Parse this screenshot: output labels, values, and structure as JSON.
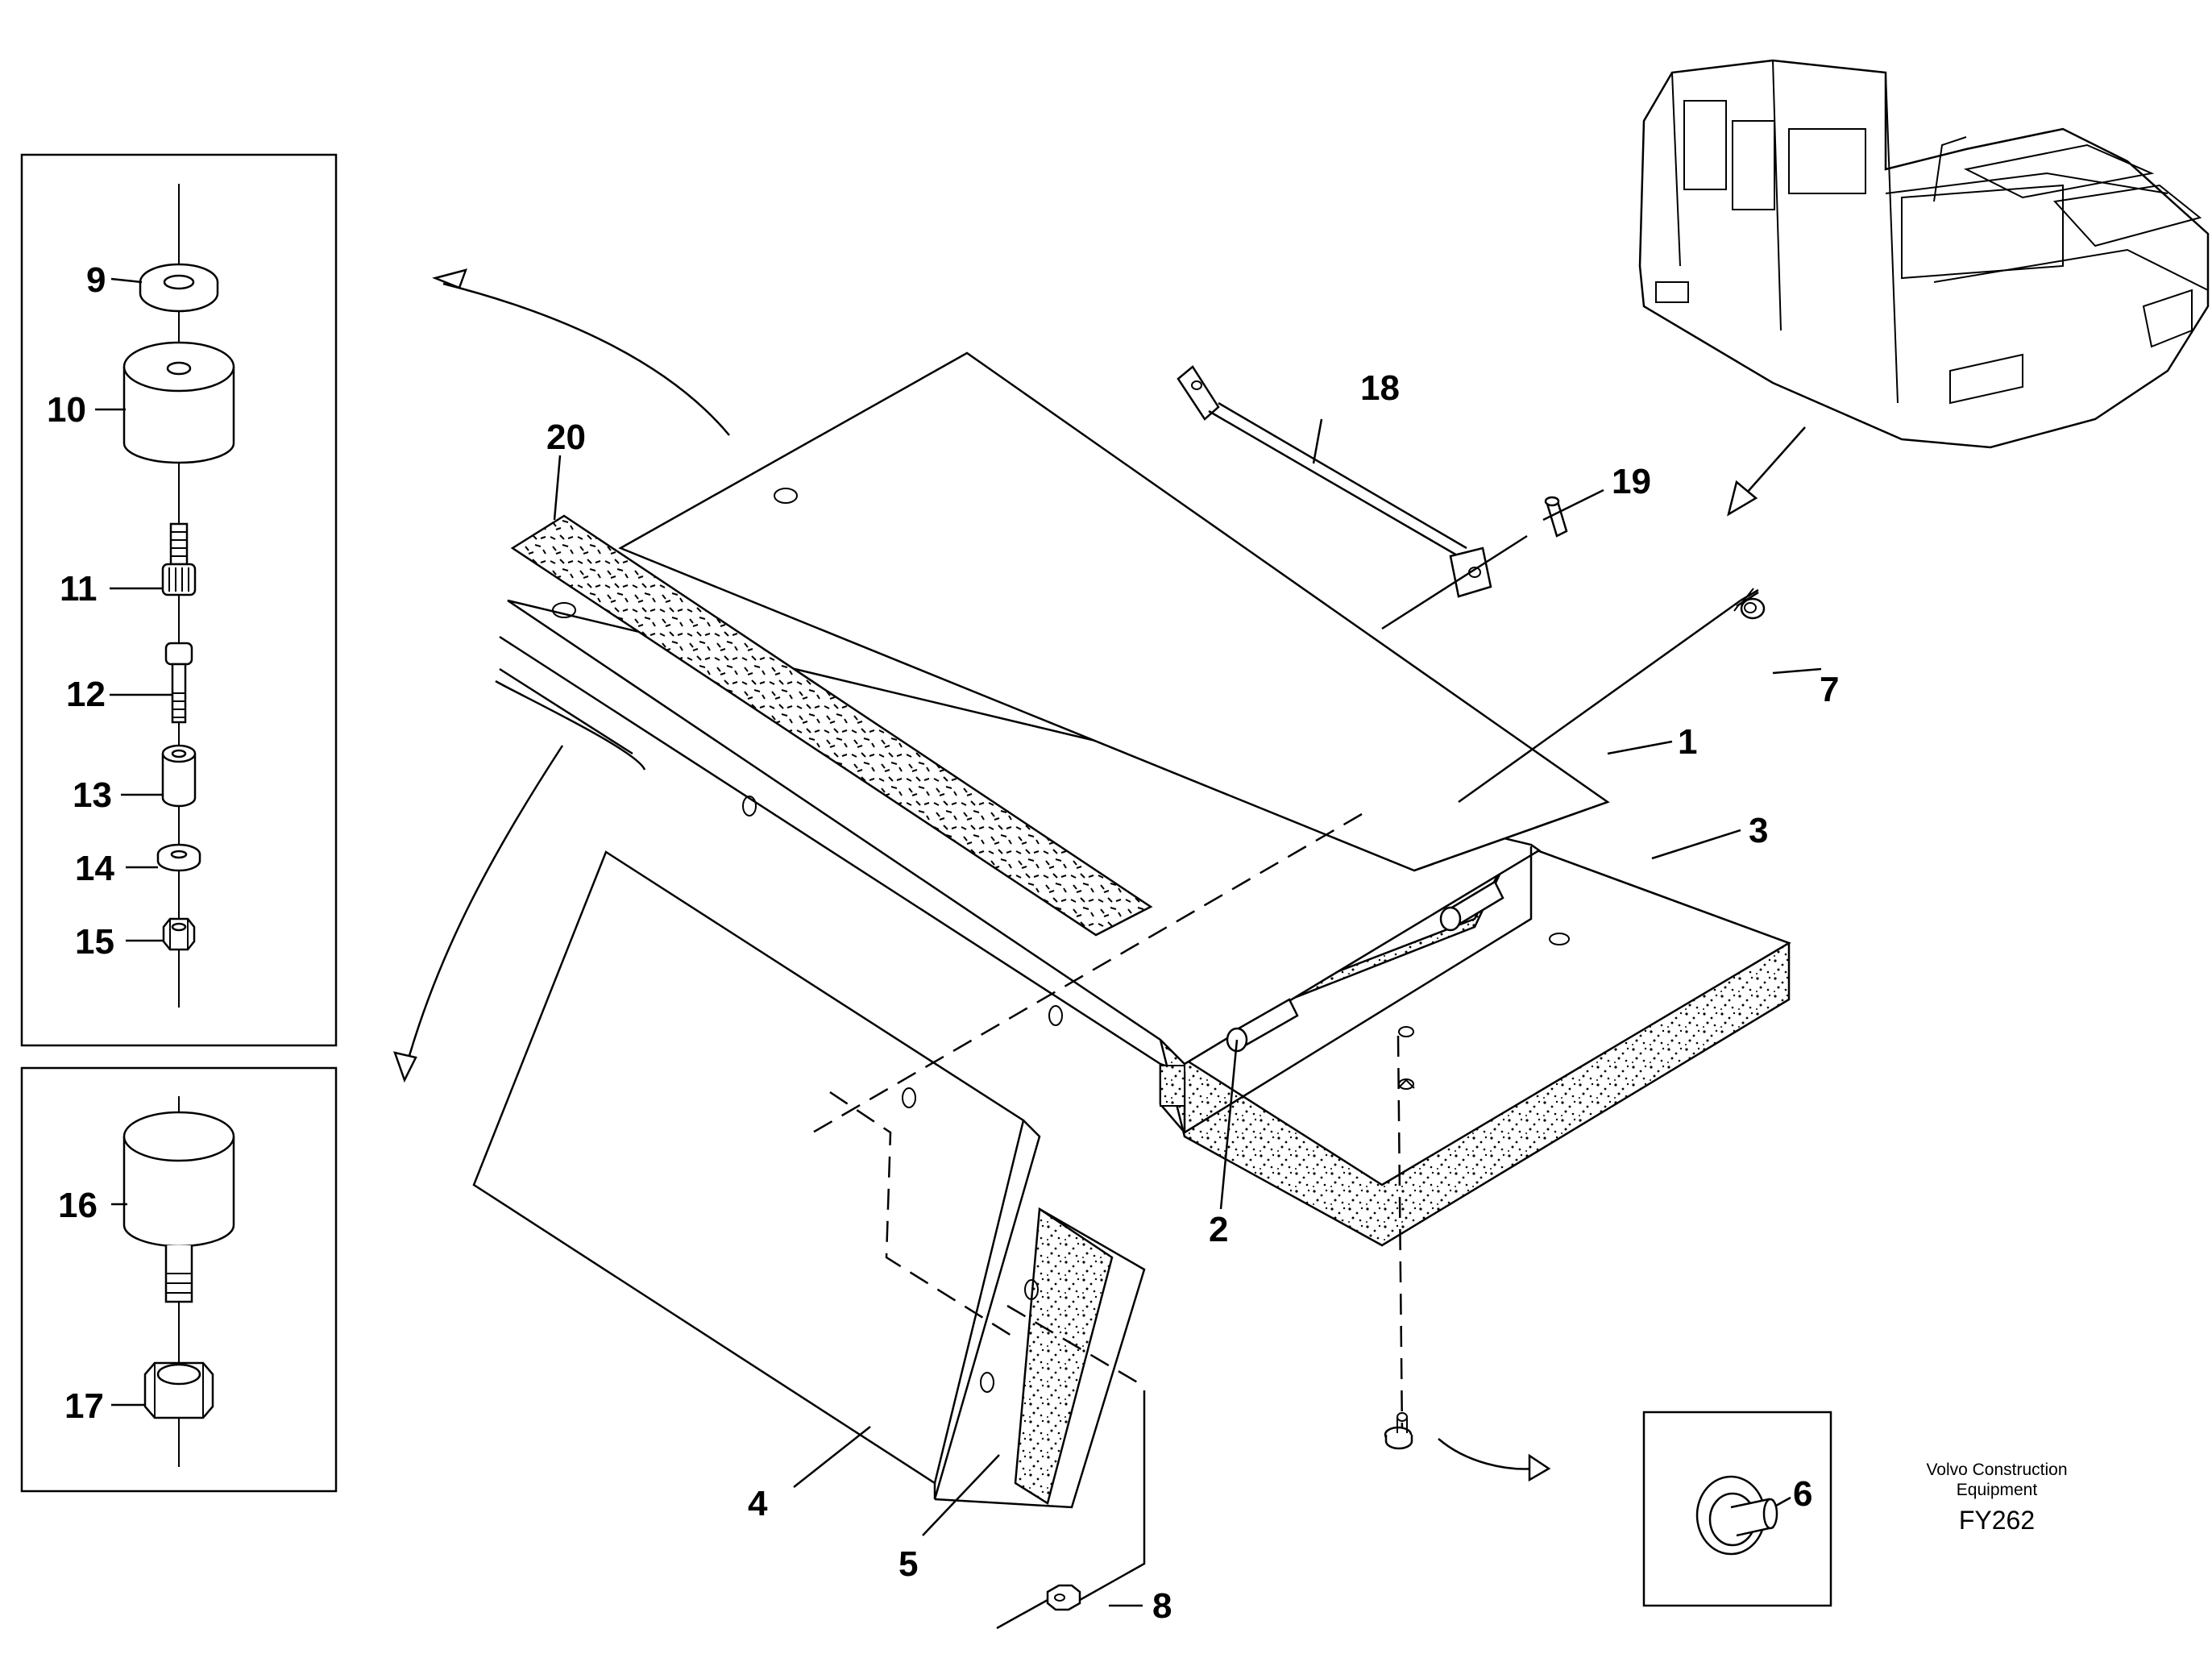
{
  "parts": [
    {
      "id": "1",
      "label": "1"
    },
    {
      "id": "2",
      "label": "2"
    },
    {
      "id": "3",
      "label": "3"
    },
    {
      "id": "4",
      "label": "4"
    },
    {
      "id": "5",
      "label": "5"
    },
    {
      "id": "6",
      "label": "6"
    },
    {
      "id": "7",
      "label": "7"
    },
    {
      "id": "8",
      "label": "8"
    },
    {
      "id": "9",
      "label": "9"
    },
    {
      "id": "10",
      "label": "10"
    },
    {
      "id": "11",
      "label": "11"
    },
    {
      "id": "12",
      "label": "12"
    },
    {
      "id": "13",
      "label": "13"
    },
    {
      "id": "14",
      "label": "14"
    },
    {
      "id": "15",
      "label": "15"
    },
    {
      "id": "16",
      "label": "16"
    },
    {
      "id": "17",
      "label": "17"
    },
    {
      "id": "18",
      "label": "18"
    },
    {
      "id": "19",
      "label": "19"
    },
    {
      "id": "20",
      "label": "20"
    }
  ],
  "caption": {
    "line1": "Volvo Construction",
    "line2": "Equipment",
    "code": "FY262"
  },
  "colors": {
    "ink": "#000000",
    "paper": "#ffffff"
  }
}
